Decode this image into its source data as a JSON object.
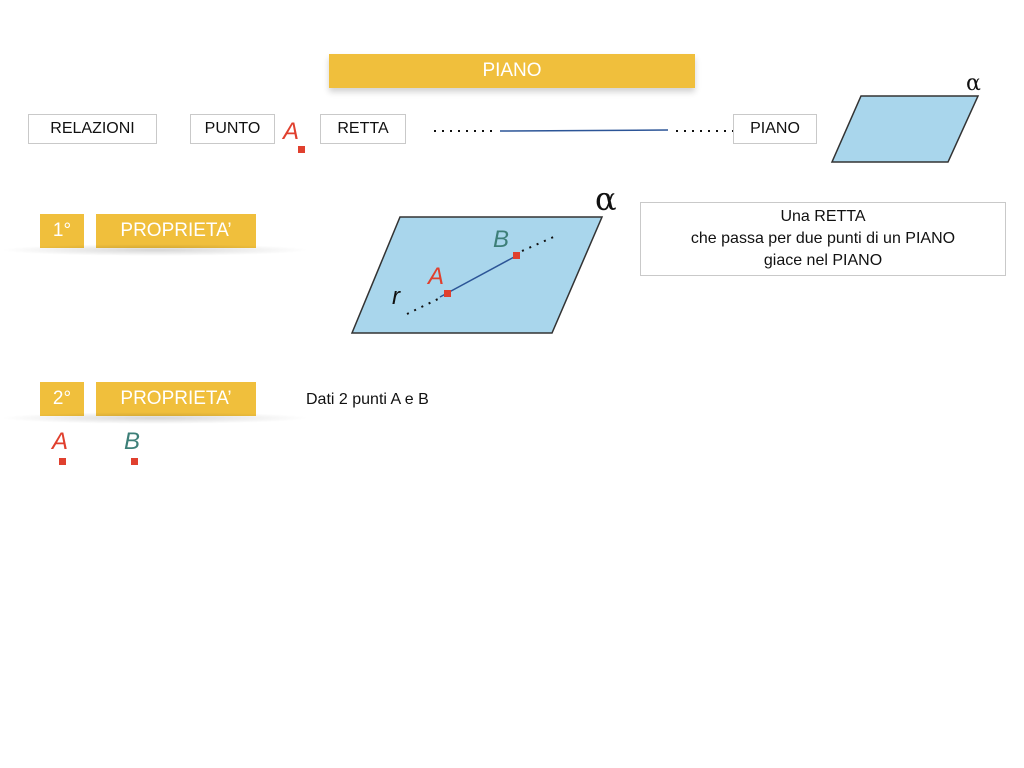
{
  "header": {
    "title": "PIANO"
  },
  "relations_row": {
    "relazioni": "RELAZIONI",
    "punto": "PUNTO",
    "point_label": "A",
    "retta": "RETTA",
    "piano": "PIANO",
    "plane_symbol": "α"
  },
  "property1": {
    "number": "1°",
    "label": "PROPRIETA’",
    "plane_symbol": "α",
    "point_a": "A",
    "point_b": "B",
    "line_label": "r",
    "description": [
      "Una RETTA",
      "che passa per due punti di un PIANO",
      "giace nel PIANO"
    ]
  },
  "property2": {
    "number": "2°",
    "label": "PROPRIETA’",
    "text": "Dati 2 punti A e B",
    "point_a": "A",
    "point_b": "B"
  },
  "colors": {
    "accent": "#f0bf3c",
    "plane_fill": "#a9d6ec",
    "line": "#2c5597",
    "point": "#e0402e",
    "label_b": "#3d7f78"
  }
}
